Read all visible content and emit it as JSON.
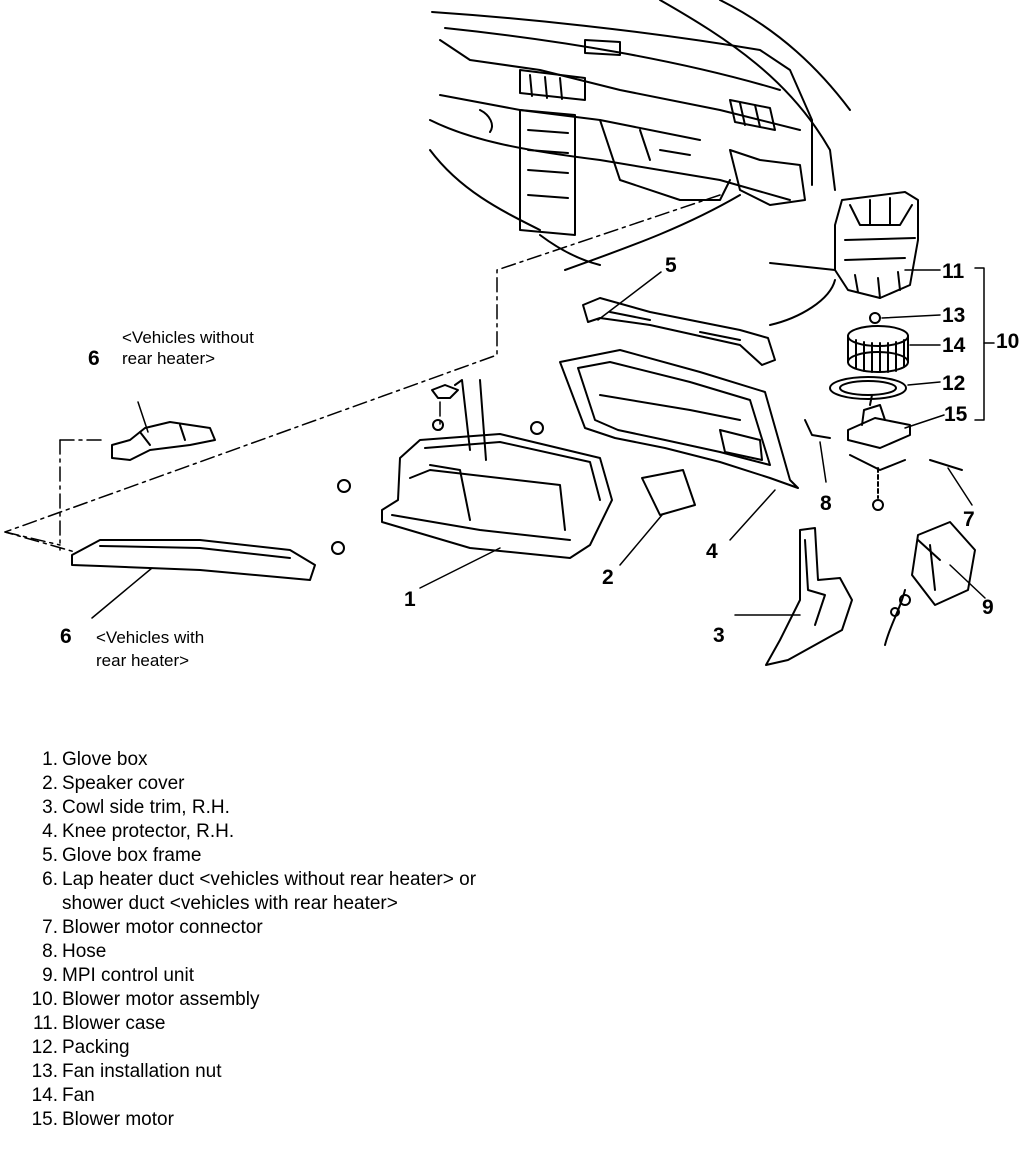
{
  "callouts": {
    "c1": "1",
    "c2": "2",
    "c3": "3",
    "c4": "4",
    "c5": "5",
    "c6a": "6",
    "c6b": "6",
    "c7": "7",
    "c8": "8",
    "c9": "9",
    "c10": "10",
    "c11": "11",
    "c12": "12",
    "c13": "13",
    "c14": "14",
    "c15": "15"
  },
  "notes": {
    "without_1": "<Vehicles without",
    "without_2": "rear heater>",
    "with_1": "<Vehicles with",
    "with_2": "rear heater>"
  },
  "legend": [
    {
      "num": "1.",
      "text": "Glove box"
    },
    {
      "num": "2.",
      "text": "Speaker cover"
    },
    {
      "num": "3.",
      "text": "Cowl side trim, R.H."
    },
    {
      "num": "4.",
      "text": "Knee protector, R.H."
    },
    {
      "num": "5.",
      "text": "Glove box frame"
    },
    {
      "num": "6.",
      "text": "Lap heater duct <vehicles without rear heater> or shower duct <vehicles with rear heater>"
    },
    {
      "num": "7.",
      "text": "Blower motor connector"
    },
    {
      "num": "8.",
      "text": "Hose"
    },
    {
      "num": "9.",
      "text": "MPI control unit"
    },
    {
      "num": "10.",
      "text": "Blower motor assembly"
    },
    {
      "num": "11.",
      "text": "Blower case"
    },
    {
      "num": "12.",
      "text": "Packing"
    },
    {
      "num": "13.",
      "text": "Fan installation nut"
    },
    {
      "num": "14.",
      "text": "Fan"
    },
    {
      "num": "15.",
      "text": "Blower motor"
    }
  ]
}
